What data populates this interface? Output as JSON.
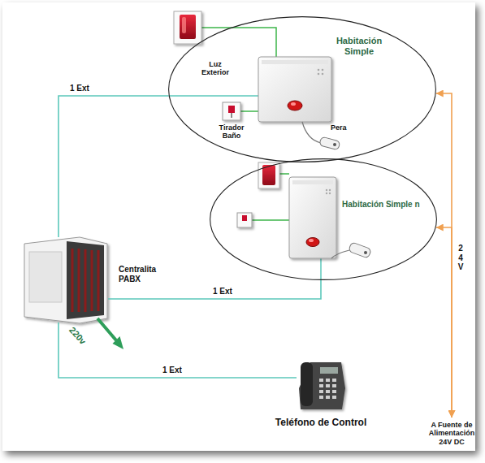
{
  "diagram": {
    "nodes": [
      {
        "text": [
          "Habitación Simple"
        ]
      },
      {
        "text": [
          "Luz Exterior"
        ],
        "in": 0
      },
      {
        "text": [
          "Tirador Baño"
        ],
        "in": 0
      },
      {
        "text": [
          "Pera"
        ],
        "in": 0
      },
      {
        "text": [
          "Habitación Simple n"
        ]
      },
      {
        "text": [
          "Centralita PABX"
        ]
      },
      {
        "text": [
          "Teléfono de Control"
        ]
      },
      {
        "text": [
          "A Fuente de Alimentación 24V DC"
        ]
      }
    ],
    "edges": [
      {
        "from": 5,
        "to": 0,
        "arrow": "none",
        "label": "1 Ext"
      },
      {
        "from": 5,
        "to": 4,
        "arrow": "none",
        "label": "1 Ext"
      },
      {
        "from": 5,
        "to": 6,
        "arrow": "none",
        "label": "1 Ext"
      },
      {
        "from": 7,
        "to": 0,
        "arrow": "both"
      },
      {
        "from": 7,
        "to": 4,
        "arrow": "both",
        "label": "2 4 V"
      }
    ],
    "labels": [
      "220v"
    ]
  }
}
